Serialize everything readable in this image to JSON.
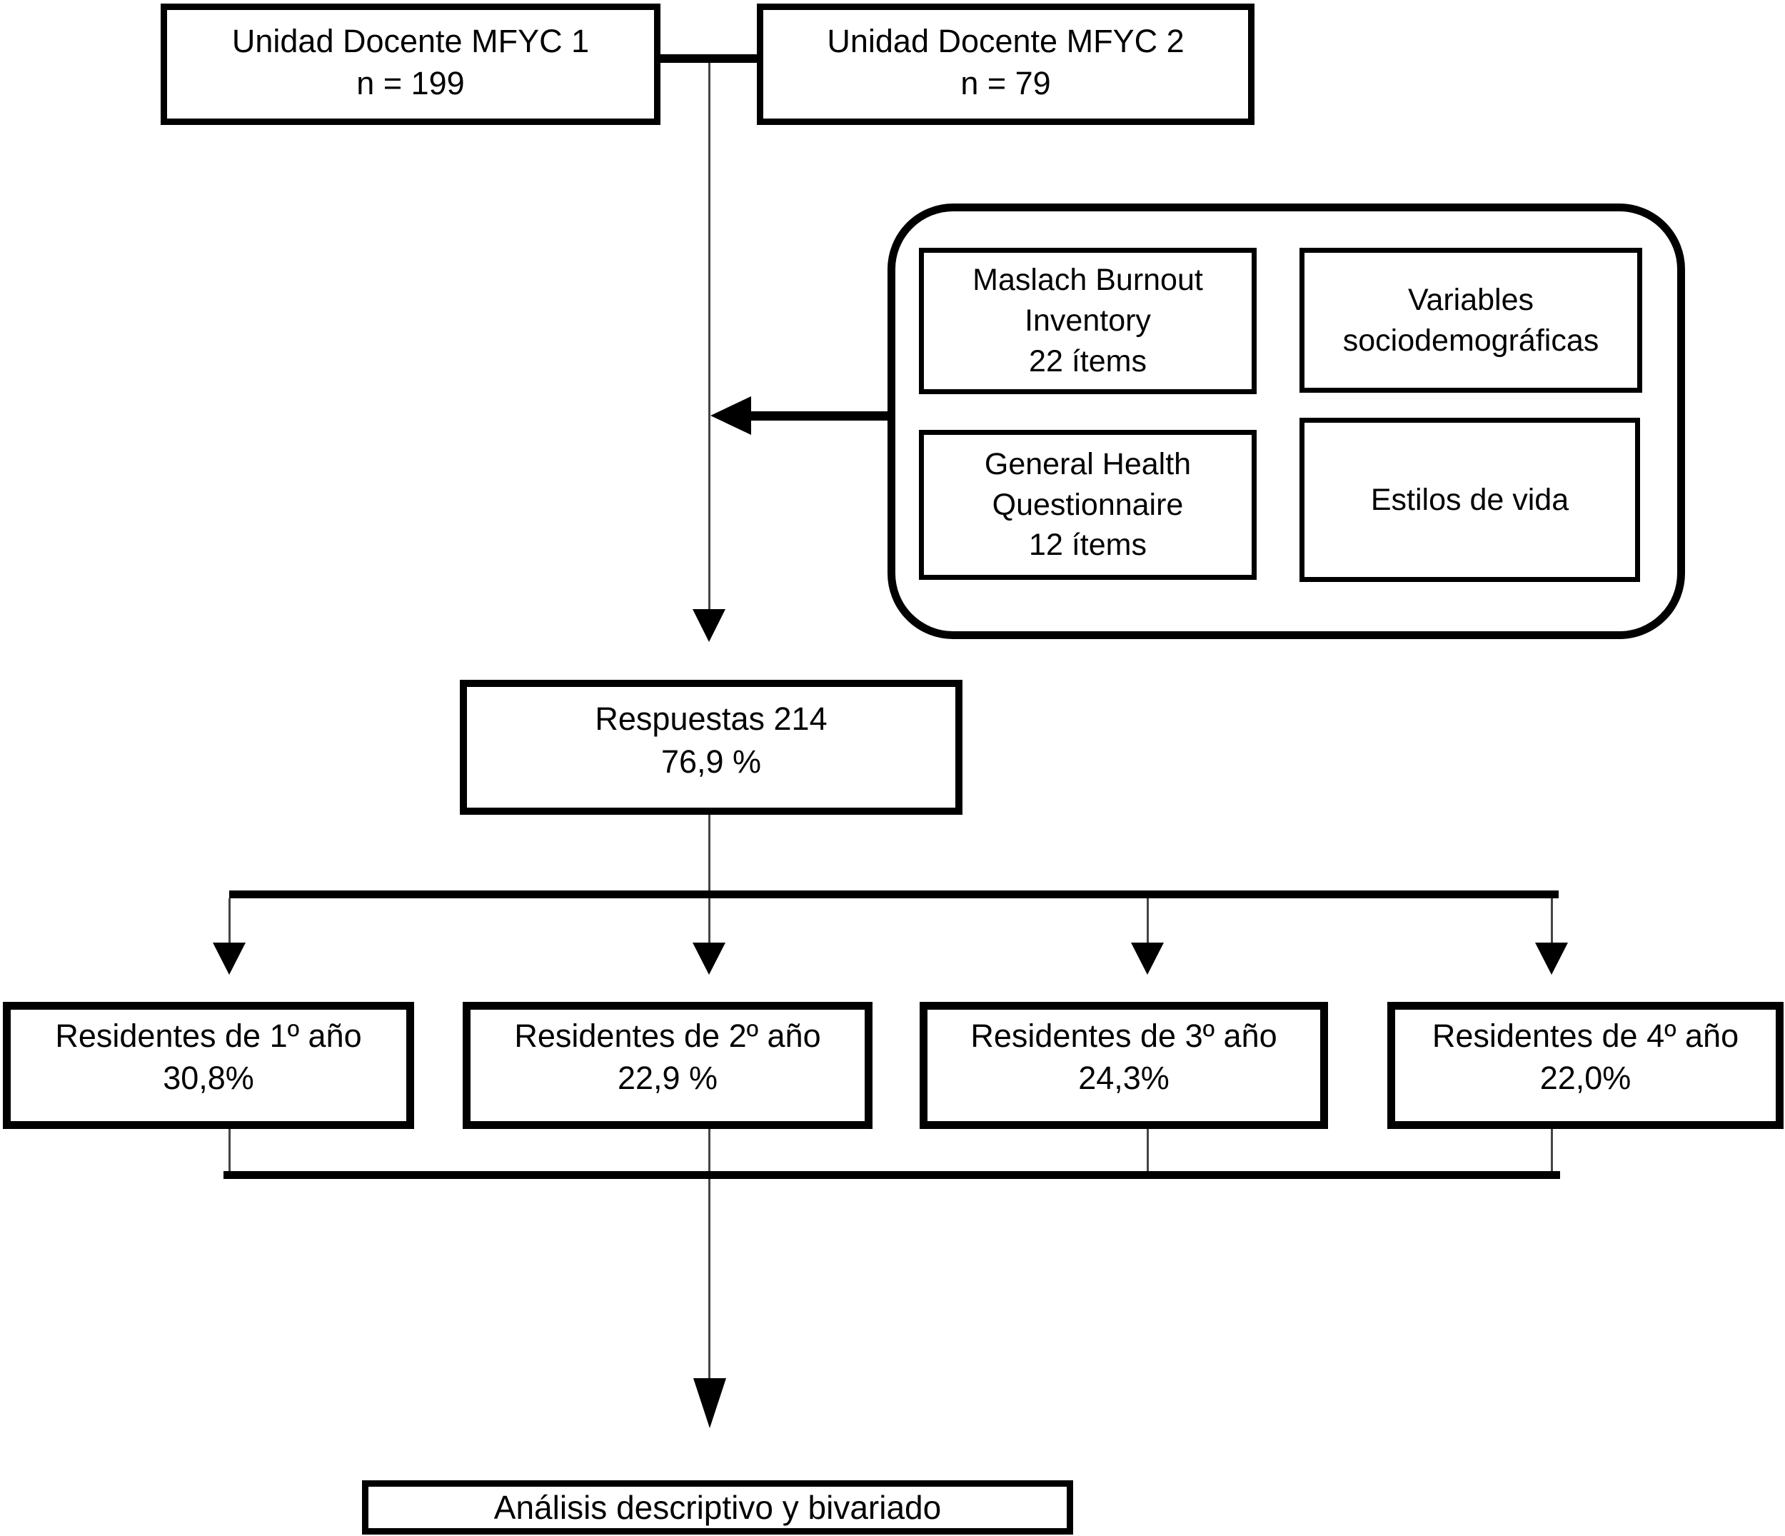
{
  "flowchart": {
    "source_units": [
      {
        "title": "Unidad Docente MFYC 1",
        "sample": "n = 199"
      },
      {
        "title": "Unidad Docente MFYC 2",
        "sample": "n = 79"
      }
    ],
    "instruments": {
      "maslach": {
        "line1": "Maslach Burnout",
        "line2": "Inventory",
        "line3": "22 ítems"
      },
      "variables": {
        "line1": "Variables",
        "line2": "sociodemográficas"
      },
      "ghq": {
        "line1": "General Health",
        "line2": "Questionnaire",
        "line3": "12 ítems"
      },
      "estilos": {
        "line1": "Estilos de vida"
      }
    },
    "responses": {
      "line1": "Respuestas 214",
      "line2": "76,9 %"
    },
    "residents": [
      {
        "label": "Residentes de 1º año",
        "pct": "30,8%"
      },
      {
        "label": "Residentes de 2º año",
        "pct": "22,9 %"
      },
      {
        "label": "Residentes de 3º año",
        "pct": "24,3%"
      },
      {
        "label": "Residentes de 4º año",
        "pct": "22,0%"
      }
    ],
    "analysis": {
      "label": "Análisis descriptivo y bivariado"
    },
    "colors": {
      "line": "#000000",
      "background": "#ffffff"
    }
  }
}
